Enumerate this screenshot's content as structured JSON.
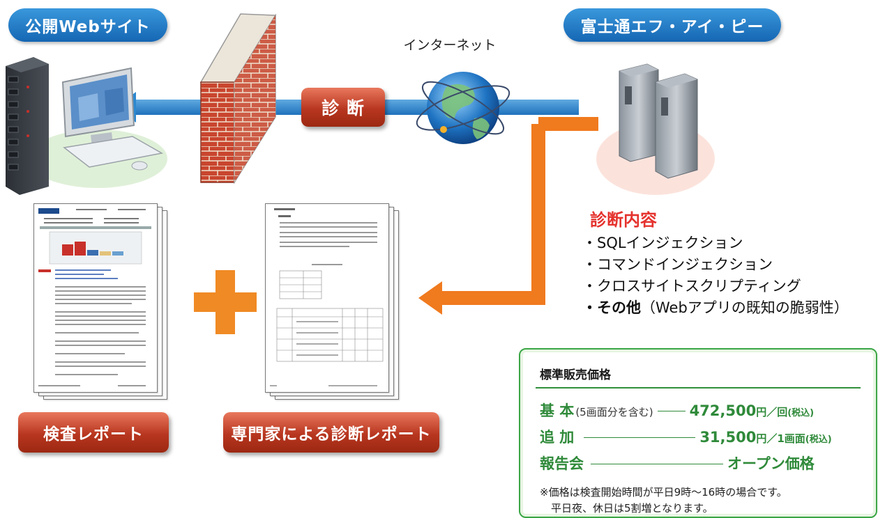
{
  "labels": {
    "public_website": "公開Webサイト",
    "provider": "富士通エフ・アイ・ピー",
    "internet": "インターネット",
    "diagnosis": "診 断",
    "inspection_report": "検査レポート",
    "expert_report": "専門家による診断レポート"
  },
  "details": {
    "title": "診断内容",
    "items": [
      "・SQLインジェクション",
      "・コマンドインジェクション",
      "・クロスサイトスクリプティング"
    ],
    "other_bold": "・その他",
    "other_note": "（Webアプリの既知の脆弱性）"
  },
  "pricing": {
    "title": "標準販売価格",
    "rows": [
      {
        "label": "基 本",
        "note": "(5画面分を含む)",
        "value": "472,500",
        "unit": "円／回",
        "tax": "(税込)"
      },
      {
        "label": "追 加",
        "note": "",
        "value": "31,500",
        "unit": "円／1画面",
        "tax": "(税込)"
      },
      {
        "label": "報告会",
        "note": "",
        "value": "オープン価格",
        "unit": "",
        "tax": ""
      }
    ],
    "footnote_1": "※価格は検査開始時間が平日9時～16時の場合です。",
    "footnote_2": "平日夜、休日は5割増となります。"
  },
  "colors": {
    "blue_pill": "#1f7cc8",
    "red_button": "#c0432a",
    "arrow_blue": "#2b88d0",
    "arrow_orange": "#f07a1e",
    "plus_orange": "#f08a24",
    "price_green": "#2f8a3a",
    "details_red": "#e5322d"
  }
}
